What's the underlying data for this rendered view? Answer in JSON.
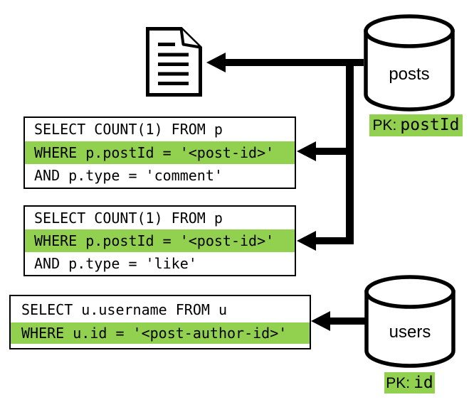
{
  "diagram": {
    "background_color": "#ffffff",
    "highlight_color": "#92d050",
    "line_color": "#000000",
    "document": {
      "icon": "document-icon"
    },
    "queries": [
      {
        "name": "comment-count-query",
        "lines": [
          {
            "text": "SELECT COUNT(1) FROM p",
            "highlighted": false
          },
          {
            "text": "WHERE p.postId = '<post-id>'",
            "highlighted": true
          },
          {
            "text": "AND p.type = 'comment'",
            "highlighted": false
          }
        ]
      },
      {
        "name": "like-count-query",
        "lines": [
          {
            "text": "SELECT COUNT(1) FROM p",
            "highlighted": false
          },
          {
            "text": "WHERE p.postId = '<post-id>'",
            "highlighted": true
          },
          {
            "text": "AND p.type = 'like'",
            "highlighted": false
          }
        ]
      },
      {
        "name": "username-query",
        "lines": [
          {
            "text": "SELECT u.username FROM u",
            "highlighted": false
          },
          {
            "text": "WHERE u.id = '<post-author-id>'",
            "highlighted": true
          }
        ]
      }
    ],
    "databases": [
      {
        "name": "posts",
        "pk_prefix": "PK:",
        "pk_field": "postId"
      },
      {
        "name": "users",
        "pk_prefix": "PK:",
        "pk_field": "id"
      }
    ]
  }
}
